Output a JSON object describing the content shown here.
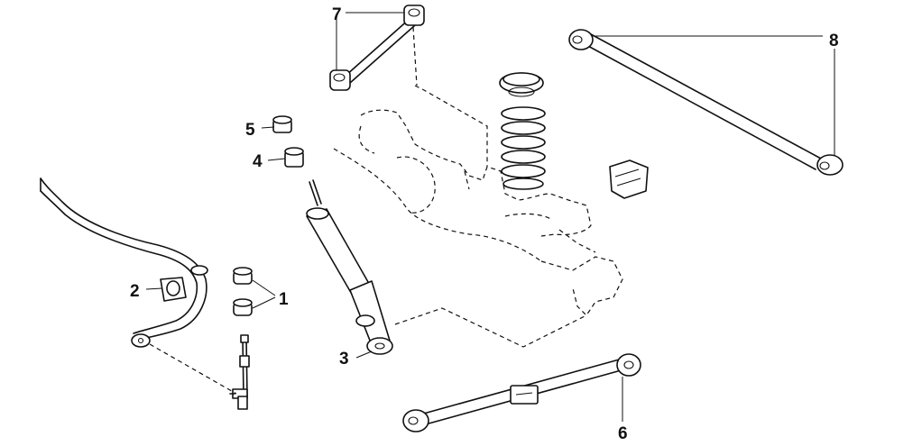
{
  "callouts": {
    "c1": "1",
    "c2": "2",
    "c3": "3",
    "c4": "4",
    "c5": "5",
    "c6": "6",
    "c7": "7",
    "c8": "8"
  },
  "icons": [
    "stabilizer-bar",
    "bushing",
    "shock-absorber",
    "coil-spring",
    "rear-axle-housing",
    "lateral-control-rod",
    "upper-control-arm",
    "lower-control-arm",
    "bump-stopper",
    "stabilizer-link"
  ]
}
